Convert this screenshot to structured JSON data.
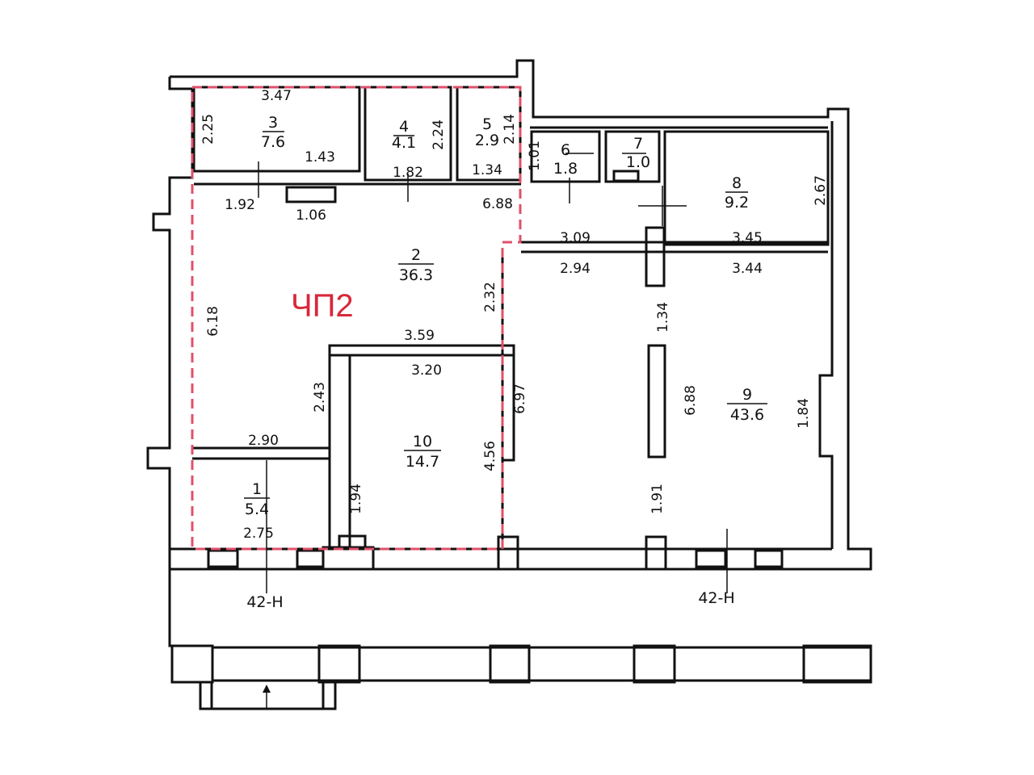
{
  "zone_label": "ЧП2",
  "rooms": [
    {
      "num": "1",
      "area": "5.4"
    },
    {
      "num": "2",
      "area": "36.3"
    },
    {
      "num": "3",
      "area": "7.6"
    },
    {
      "num": "4",
      "area": "4.1"
    },
    {
      "num": "5",
      "area": "2.9"
    },
    {
      "num": "6",
      "area": "1.8"
    },
    {
      "num": "7",
      "area": "1.0"
    },
    {
      "num": "8",
      "area": "9.2"
    },
    {
      "num": "9",
      "area": "43.6"
    },
    {
      "num": "10",
      "area": "14.7"
    }
  ],
  "dimensions": [
    "3.47",
    "2.25",
    "1.43",
    "2.24",
    "1.82",
    "2.14",
    "1.34",
    "1.01",
    "1.92",
    "1.06",
    "6.88",
    "2.67",
    "3.09",
    "3.45",
    "2.94",
    "3.44",
    "6.18",
    "2.32",
    "3.59",
    "1.34",
    "3.20",
    "2.43",
    "6.97",
    "6.88",
    "1.84",
    "2.90",
    "4.56",
    "1.94",
    "1.91",
    "2.75"
  ],
  "axes": [
    "42-Н",
    "42-Н"
  ],
  "colors": {
    "walls": "#111111",
    "zone_border": "#e0506a",
    "zone_text": "#d8283a"
  }
}
